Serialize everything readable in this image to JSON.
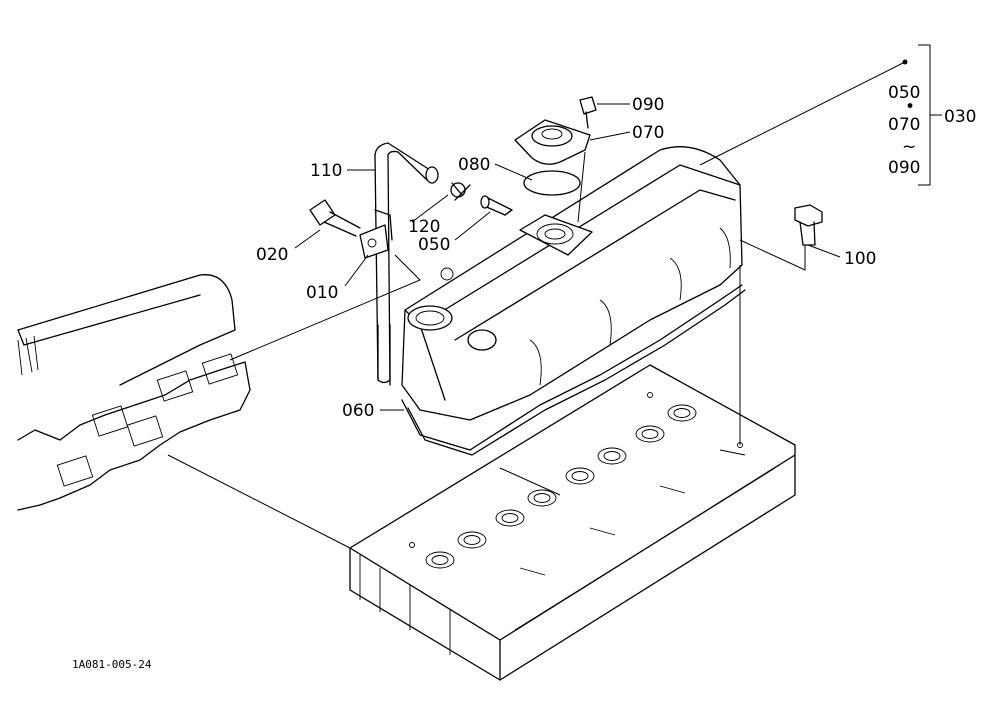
{
  "labels": {
    "p010": "010",
    "p020": "020",
    "p030": "030",
    "p050": "050",
    "p050b": "050",
    "p060": "060",
    "p070": "070",
    "p070b": "070",
    "p080": "080",
    "p090": "090",
    "p090b": "090",
    "p100": "100",
    "p110": "110",
    "p120": "120",
    "dot": "•",
    "tilde": "~"
  },
  "figure_code": "1A081-005-24"
}
